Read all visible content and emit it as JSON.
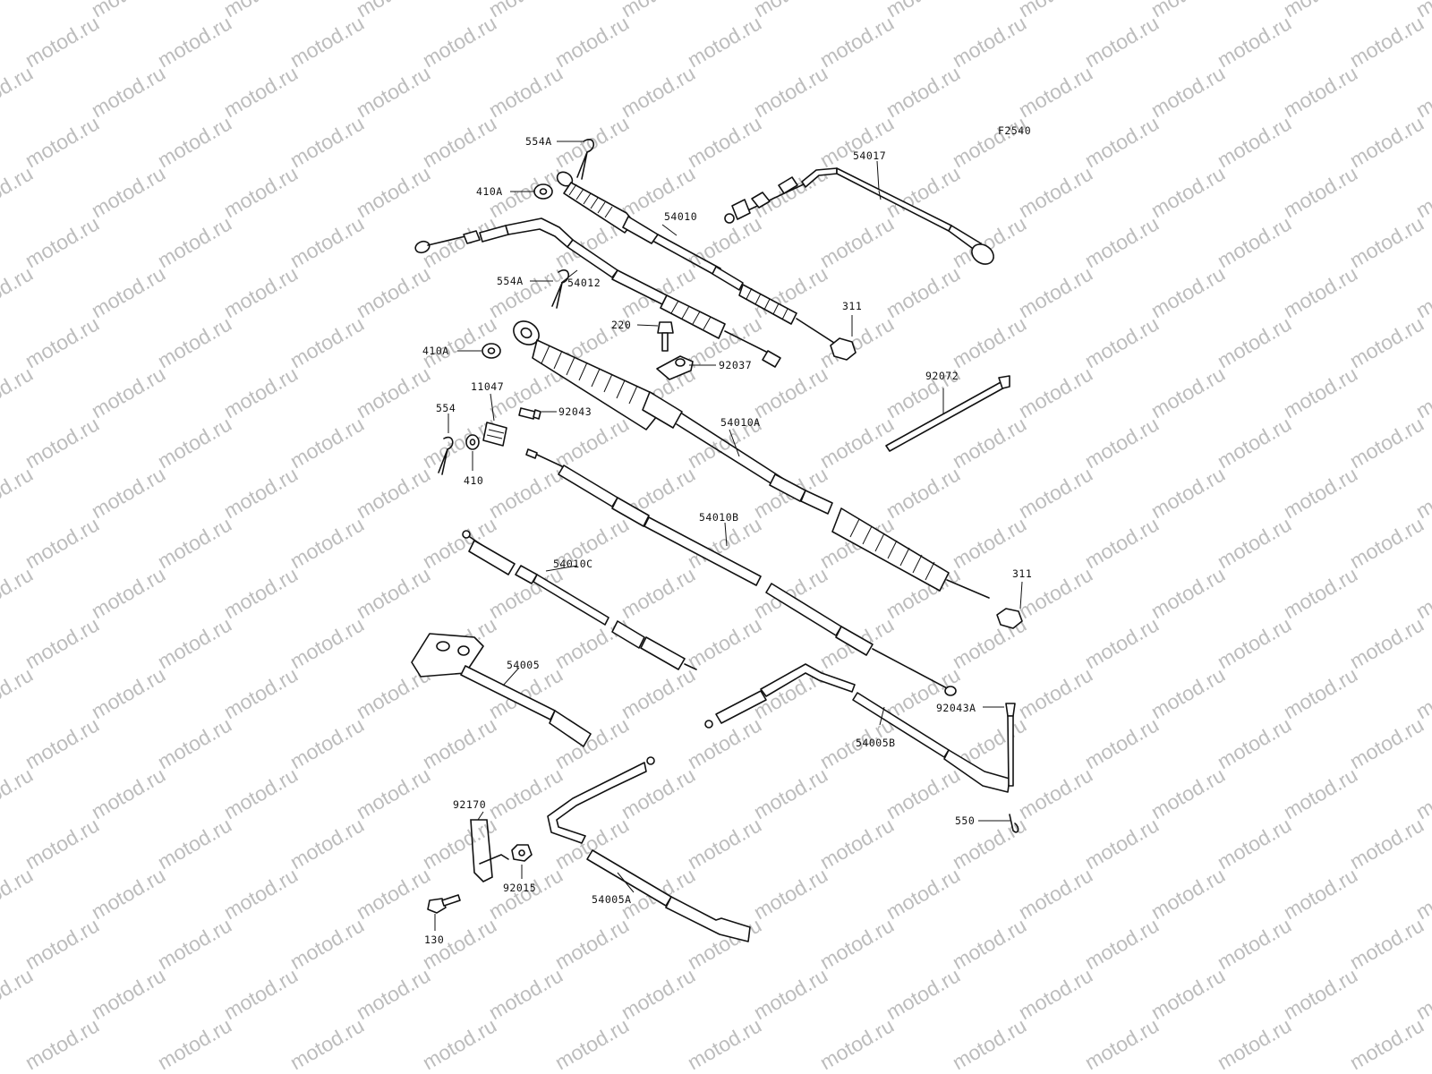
{
  "figure_code": "F2540",
  "watermark": "motod.ru",
  "parts": [
    {
      "id": "554A_top",
      "label": "554A"
    },
    {
      "id": "410A_top",
      "label": "410A"
    },
    {
      "id": "54010",
      "label": "54010"
    },
    {
      "id": "54017",
      "label": "54017"
    },
    {
      "id": "554A_mid",
      "label": "554A"
    },
    {
      "id": "54012",
      "label": "54012"
    },
    {
      "id": "311_top",
      "label": "311"
    },
    {
      "id": "220",
      "label": "220"
    },
    {
      "id": "410A_mid",
      "label": "410A"
    },
    {
      "id": "92037",
      "label": "92037"
    },
    {
      "id": "92072",
      "label": "92072"
    },
    {
      "id": "11047",
      "label": "11047"
    },
    {
      "id": "92043",
      "label": "92043"
    },
    {
      "id": "554",
      "label": "554"
    },
    {
      "id": "54010A",
      "label": "54010A"
    },
    {
      "id": "410",
      "label": "410"
    },
    {
      "id": "54010B",
      "label": "54010B"
    },
    {
      "id": "54010C",
      "label": "54010C"
    },
    {
      "id": "311_bottom",
      "label": "311"
    },
    {
      "id": "54005",
      "label": "54005"
    },
    {
      "id": "92043A",
      "label": "92043A"
    },
    {
      "id": "54005B",
      "label": "54005B"
    },
    {
      "id": "550",
      "label": "550"
    },
    {
      "id": "92170",
      "label": "92170"
    },
    {
      "id": "92015",
      "label": "92015"
    },
    {
      "id": "54005A",
      "label": "54005A"
    },
    {
      "id": "130",
      "label": "130"
    }
  ]
}
